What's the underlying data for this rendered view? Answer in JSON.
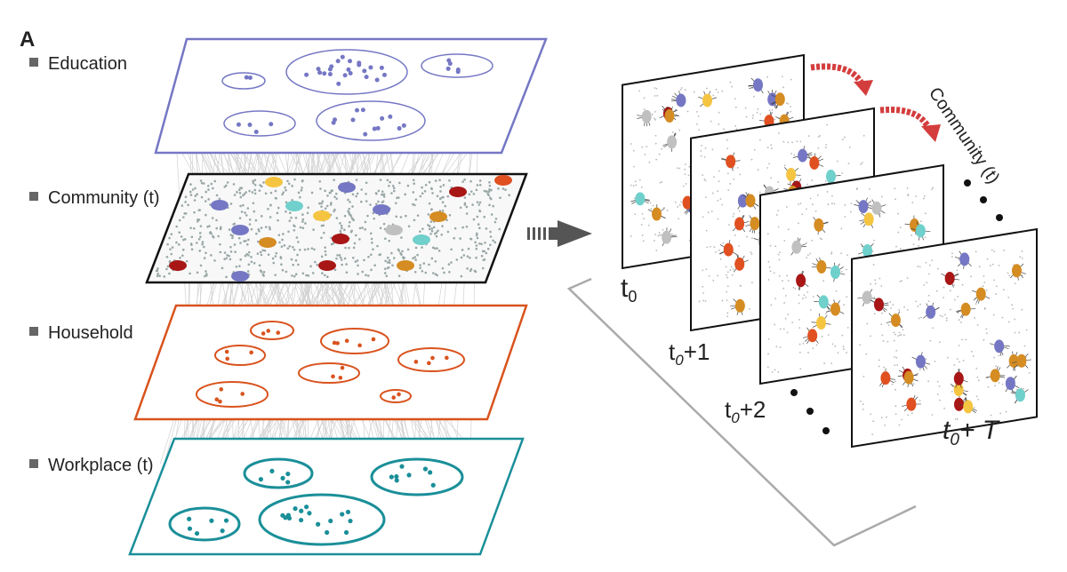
{
  "panel_label": "A",
  "layers": [
    {
      "id": "education",
      "label": "Education",
      "color": "#7577c4"
    },
    {
      "id": "community",
      "label": "Community (t)",
      "color": "#111111"
    },
    {
      "id": "household",
      "label": "Household",
      "color": "#d9531e"
    },
    {
      "id": "workplace",
      "label": "Workplace (t)",
      "color": "#1a8f99"
    }
  ],
  "snapshot_stack_label": "Community (t)",
  "time_labels": {
    "t0": {
      "base": "t",
      "sub": "0",
      "suffix": ""
    },
    "t1": {
      "base": "t",
      "sub": "0",
      "suffix": "+1"
    },
    "t2": {
      "base": "t",
      "sub": "0",
      "suffix": "+2"
    },
    "tT": {
      "base": "t",
      "sub": "0",
      "suffix": "+ T"
    }
  },
  "colors": {
    "community_node_palette": [
      "#7577c4",
      "#d58c22",
      "#f5c542",
      "#6fd0cc",
      "#a81616",
      "#c0c0c0",
      "#e05020"
    ],
    "dot_gray": "#9aa7a7",
    "edge_gray": "#d2d2d2",
    "arrow_dark": "#555555",
    "arrow_red": "#d43d3d",
    "base_line": "#aaaaaa"
  }
}
